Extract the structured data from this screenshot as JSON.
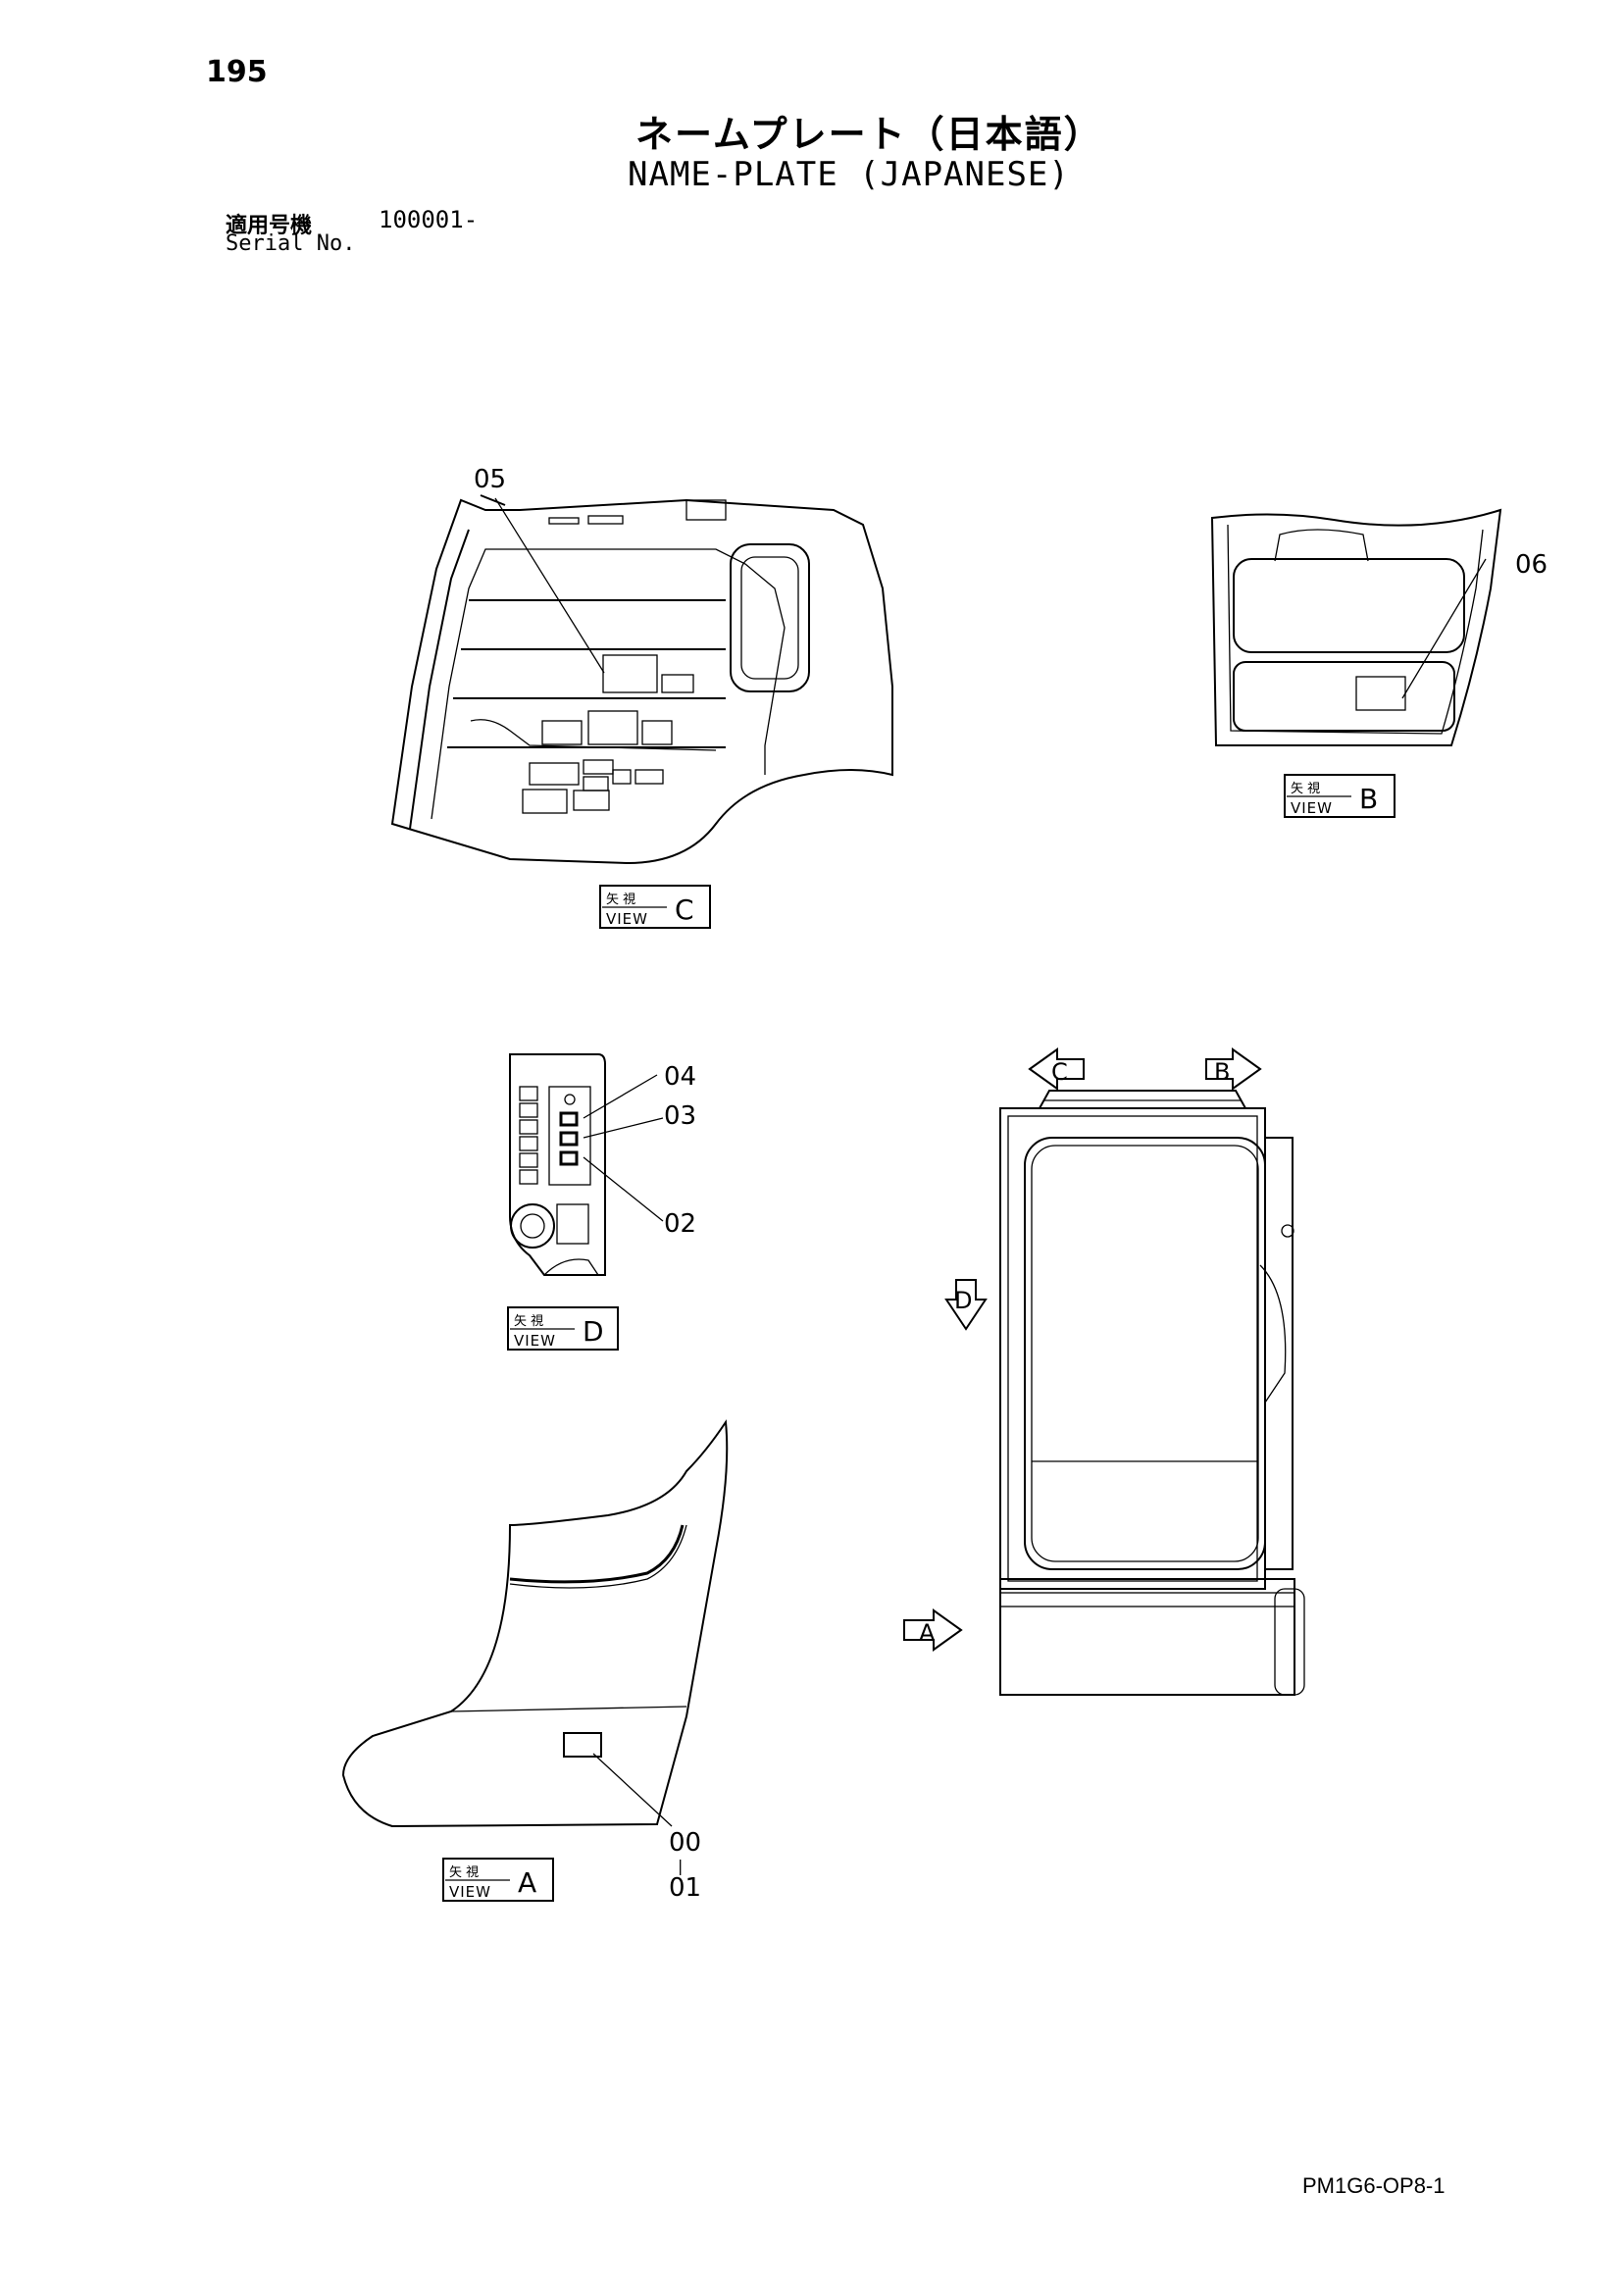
{
  "page": {
    "number": "195",
    "title_jp": "ネームプレート（日本語）",
    "title_en": "NAME-PLATE (JAPANESE)",
    "serial_label_jp": "適用号機",
    "serial_value": "100001-",
    "serial_label_en": "Serial No.",
    "doc_code": "PM1G6-OP8-1"
  },
  "views": {
    "view_c": {
      "jp": "矢 視",
      "en": "VIEW",
      "letter": "C"
    },
    "view_b": {
      "jp": "矢 視",
      "en": "VIEW",
      "letter": "B"
    },
    "view_d": {
      "jp": "矢 視",
      "en": "VIEW",
      "letter": "D"
    },
    "view_a": {
      "jp": "矢 視",
      "en": "VIEW",
      "letter": "A"
    }
  },
  "callouts": {
    "c05": "05",
    "c06": "06",
    "c04": "04",
    "c03": "03",
    "c02": "02",
    "c00": "00",
    "c00_sep": "|",
    "c01": "01"
  },
  "arrows": {
    "c": "C",
    "b": "B",
    "d": "D",
    "a": "A"
  }
}
